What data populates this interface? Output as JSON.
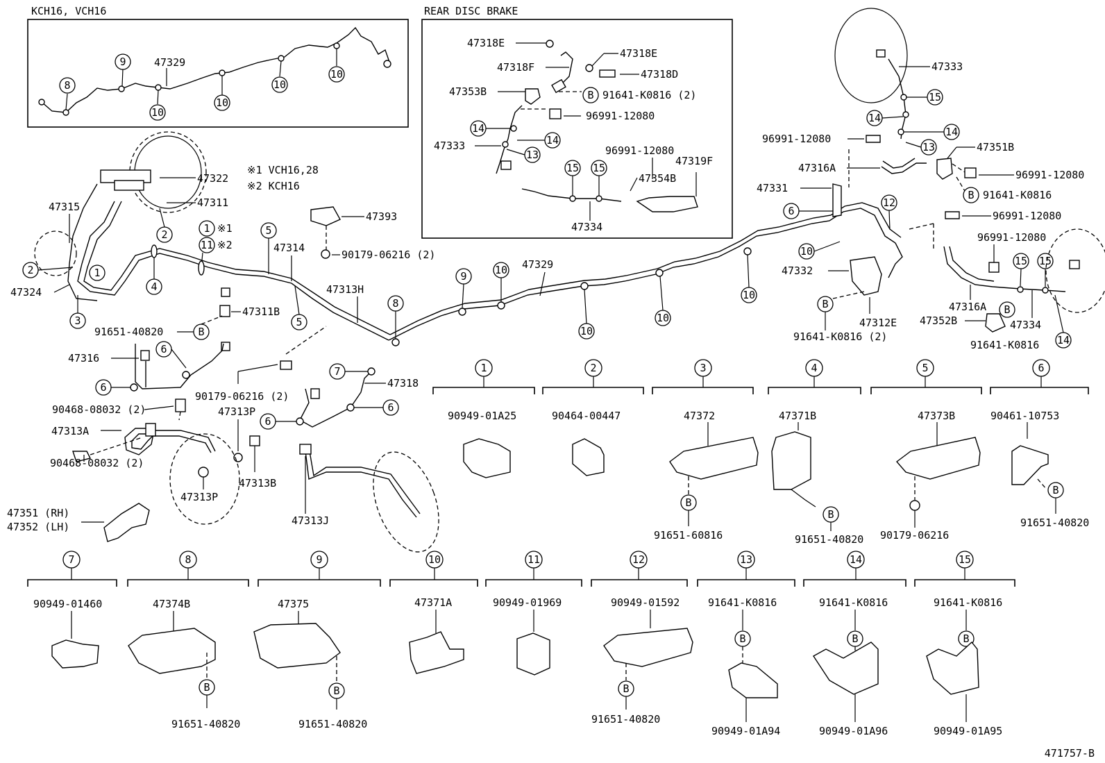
{
  "figure_id": "471757-B",
  "inset_kch": {
    "title": "KCH16, VCH16",
    "part": "47329",
    "callouts": [
      "8",
      "9",
      "10",
      "10",
      "10",
      "10"
    ]
  },
  "inset_rear": {
    "title": "REAR DISC BRAKE",
    "labels": {
      "e1": "47318E",
      "e2": "47318E",
      "f": "47318F",
      "d": "47318D",
      "b353": "47353B",
      "k0816_2": "91641-K0816 (2)",
      "c12080a": "96991-12080",
      "p333": "47333",
      "c12080b": "96991-12080",
      "p319f": "47319F",
      "p354b": "47354B",
      "p334": "47334"
    },
    "callouts": [
      "14",
      "14",
      "13",
      "15",
      "15"
    ]
  },
  "notes": {
    "n1": "※1 VCH16,28",
    "n2": "※2 KCH16",
    "c1": "1",
    "c11": "11",
    "s1": "※1",
    "s2": "※2"
  },
  "main_labels": {
    "p47322": "47322",
    "p47311": "47311",
    "p47315": "47315",
    "p47324": "47324",
    "p47314": "47314",
    "p47393": "47393",
    "p90179a": "90179-06216 (2)",
    "p47311b": "47311B",
    "p91651a": "91651-40820",
    "p47313h": "47313H",
    "p47316": "47316",
    "p90179b": "90179-06216 (2)",
    "p47318": "47318",
    "p90468a": "90468-08032 (2)",
    "p47313a": "47313A",
    "p47313p_top": "47313P",
    "p90468b": "90468-08032 (2)",
    "p47313b": "47313B",
    "p47313p_bot": "47313P",
    "p47351": "47351 (RH)",
    "p47352": "47352 (LH)",
    "p47313j": "47313J",
    "p47329": "47329",
    "p47333": "47333",
    "p96991a": "96991-12080",
    "p47351b": "47351B",
    "p47316a_top": "47316A",
    "p96991b": "96991-12080",
    "p47331": "47331",
    "p91641a": "91641-K0816",
    "p96991c": "96991-12080",
    "p96991d": "96991-12080",
    "p47332": "47332",
    "p47316a_bot": "47316A",
    "p47312e": "47312E",
    "p47352b": "47352B",
    "p47334": "47334",
    "p91641b": "91641-K0816 (2)",
    "p91641c": "91641-K0816"
  },
  "clamp_table": [
    {
      "index": "1",
      "part": "90949-01A25",
      "bolt": "",
      "extra": ""
    },
    {
      "index": "2",
      "part": "90464-00447",
      "bolt": "",
      "extra": ""
    },
    {
      "index": "3",
      "part": "47372",
      "bolt": "B",
      "extra": "91651-60816"
    },
    {
      "index": "4",
      "part": "47371B",
      "bolt": "B",
      "extra": "91651-40820"
    },
    {
      "index": "5",
      "part": "47373B",
      "bolt": "",
      "extra": "90179-06216"
    },
    {
      "index": "6",
      "part": "90461-10753",
      "bolt": "B",
      "extra": "91651-40820"
    },
    {
      "index": "7",
      "part": "90949-01460",
      "bolt": "",
      "extra": ""
    },
    {
      "index": "8",
      "part": "47374B",
      "bolt": "B",
      "extra": "91651-40820"
    },
    {
      "index": "9",
      "part": "47375",
      "bolt": "B",
      "extra": "91651-40820"
    },
    {
      "index": "10",
      "part": "47371A",
      "bolt": "",
      "extra": ""
    },
    {
      "index": "11",
      "part": "90949-01969",
      "bolt": "",
      "extra": ""
    },
    {
      "index": "12",
      "part": "90949-01592",
      "bolt": "B",
      "extra": "91651-40820"
    },
    {
      "index": "13",
      "part": "91641-K0816",
      "bolt": "B",
      "extra": "90949-01A94"
    },
    {
      "index": "14",
      "part": "91641-K0816",
      "bolt": "B",
      "extra": "90949-01A96"
    },
    {
      "index": "15",
      "part": "91641-K0816",
      "bolt": "B",
      "extra": "90949-01A95"
    }
  ],
  "bolt_marker": "B"
}
